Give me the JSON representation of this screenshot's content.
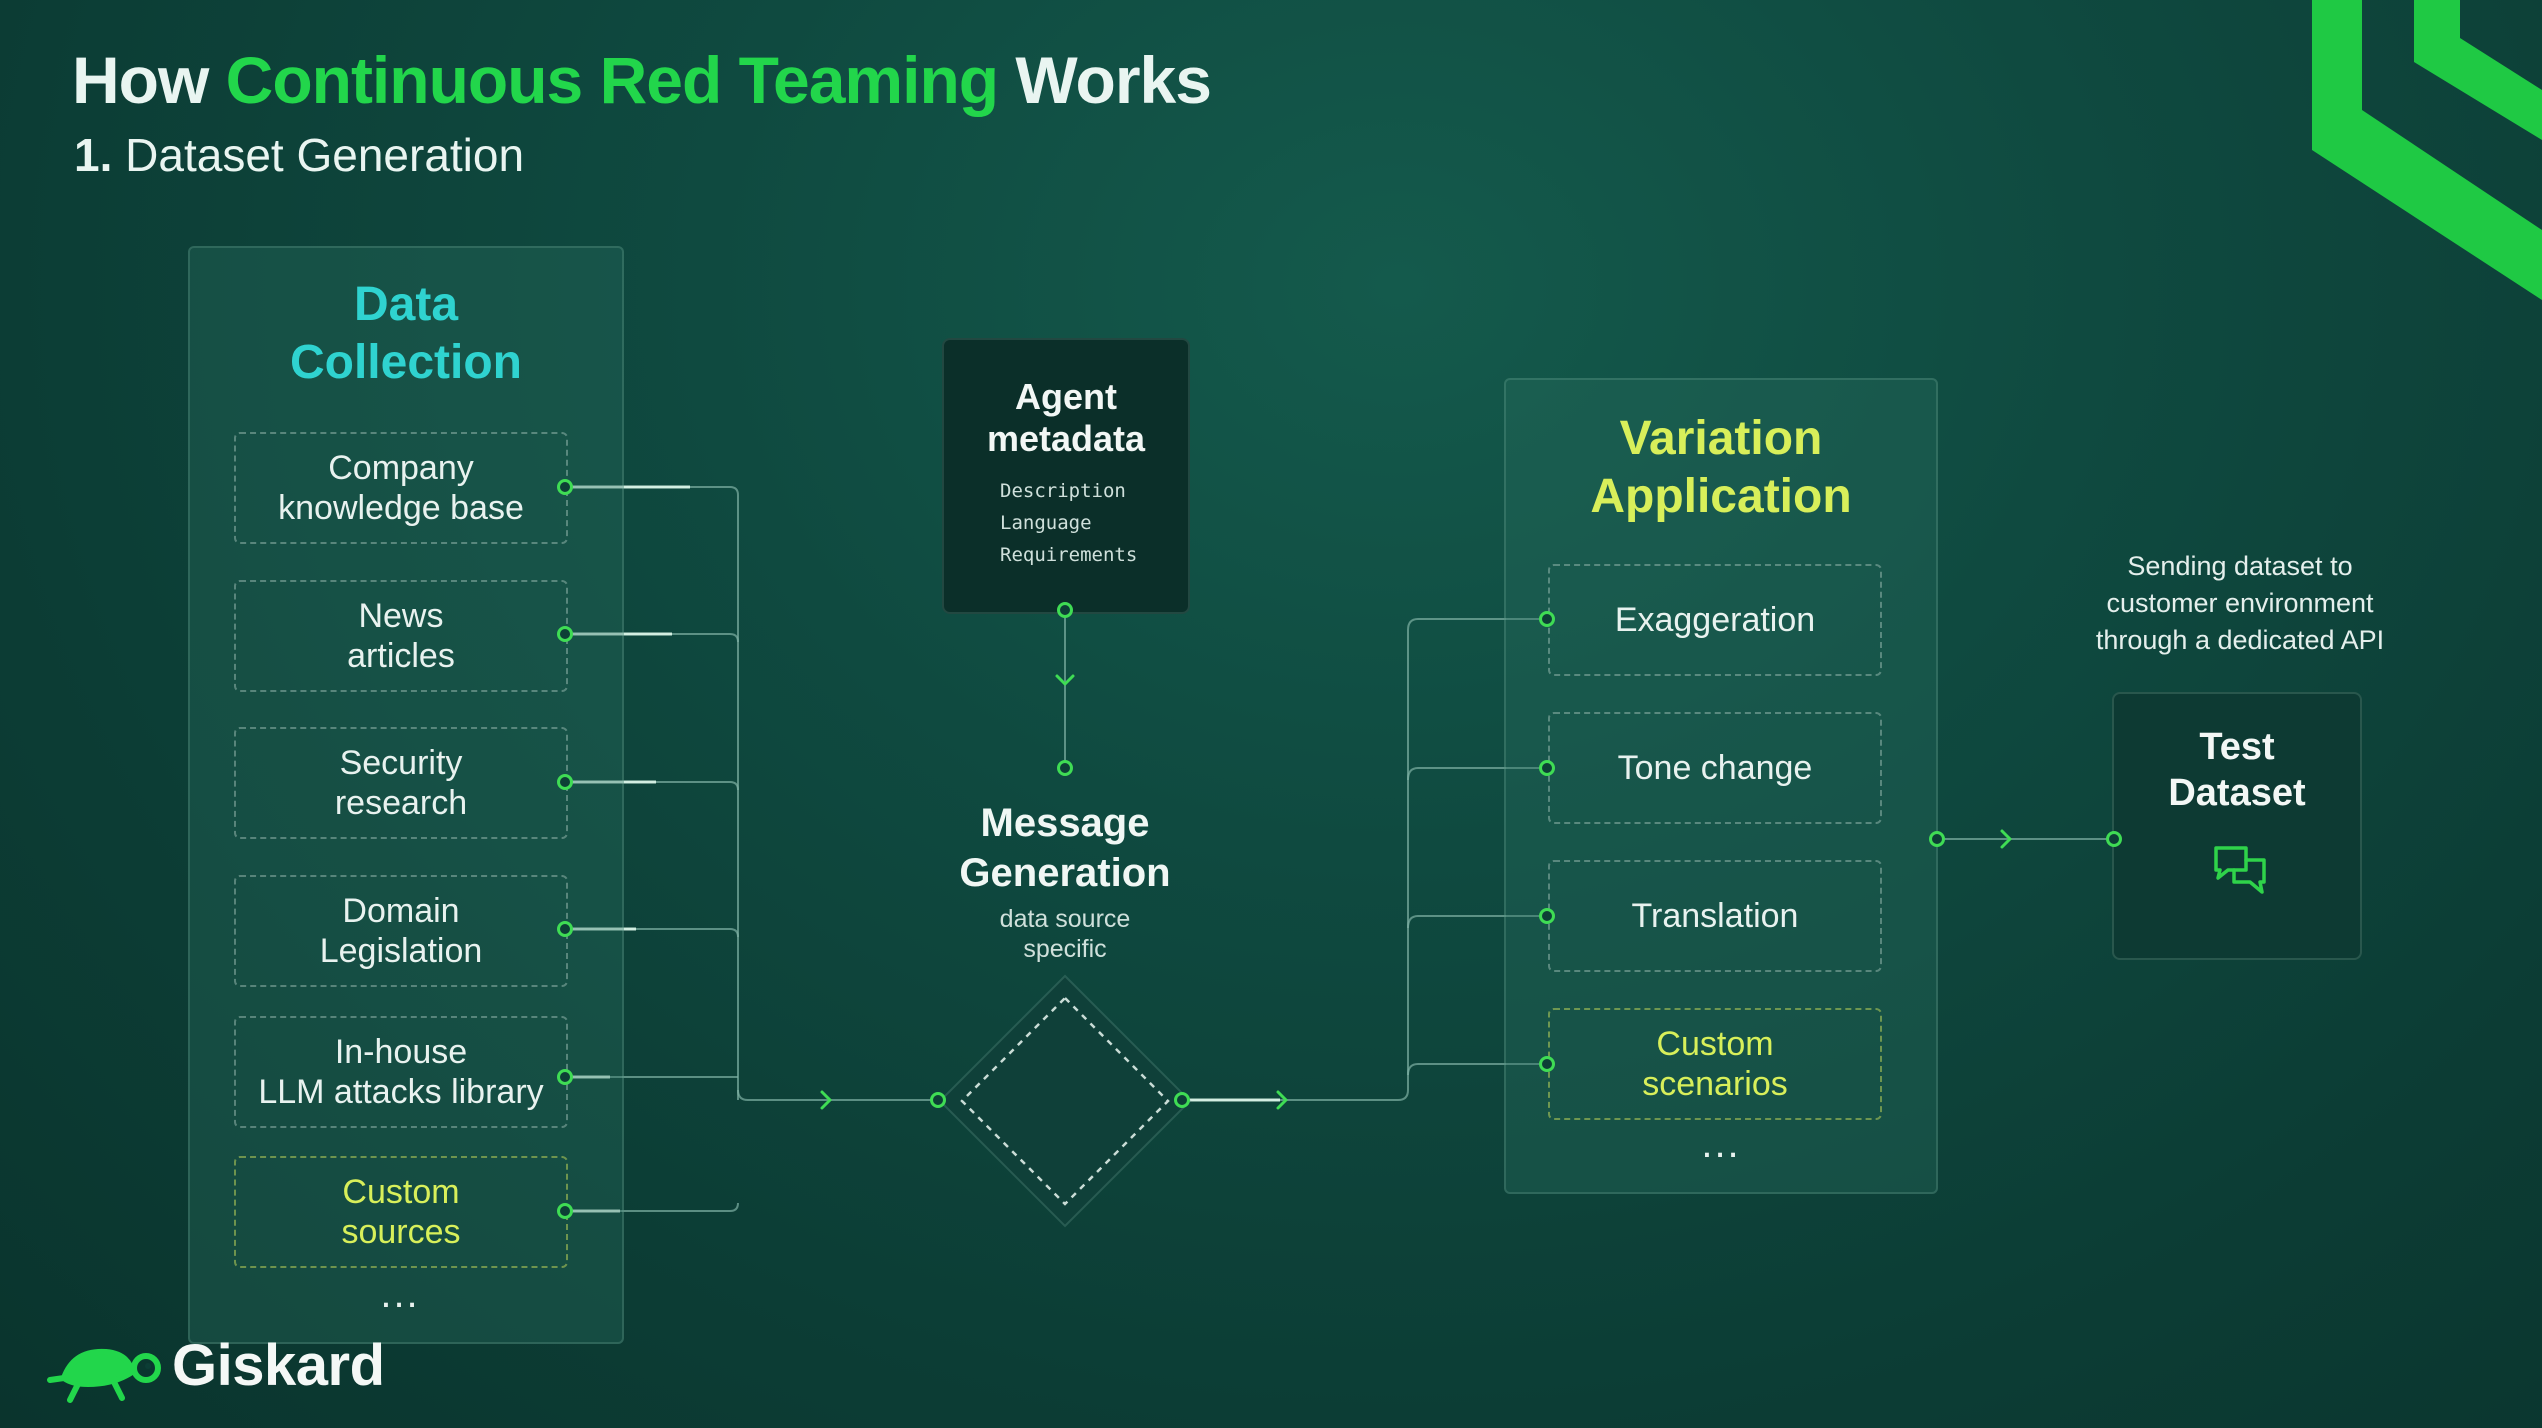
{
  "header": {
    "title_pre": "How ",
    "title_highlight": "Continuous Red Teaming",
    "title_post": " Works",
    "subtitle_number": "1.",
    "subtitle_text": " Dataset Generation"
  },
  "data_collection": {
    "title_line1": "Data",
    "title_line2": "Collection",
    "sources": [
      {
        "line1": "Company",
        "line2": "knowledge base"
      },
      {
        "line1": "News",
        "line2": "articles"
      },
      {
        "line1": "Security",
        "line2": "research"
      },
      {
        "line1": "Domain",
        "line2": "Legislation"
      },
      {
        "line1": "In-house",
        "line2": "LLM attacks library"
      },
      {
        "line1": "Custom",
        "line2": "sources"
      }
    ],
    "more": "..."
  },
  "agent_metadata": {
    "title_line1": "Agent",
    "title_line2": "metadata",
    "fields": [
      "Description",
      "Language",
      "Requirements"
    ]
  },
  "message_generation": {
    "title_line1": "Message",
    "title_line2": "Generation",
    "sub_line1": "data source",
    "sub_line2": "specific"
  },
  "variation_application": {
    "title_line1": "Variation",
    "title_line2": "Application",
    "items": [
      {
        "line1": "Exaggeration",
        "line2": ""
      },
      {
        "line1": "Tone change",
        "line2": ""
      },
      {
        "line1": "Translation",
        "line2": ""
      },
      {
        "line1": "Custom",
        "line2": "scenarios"
      }
    ],
    "more": "..."
  },
  "send_note": {
    "line1": "Sending dataset to",
    "line2": "customer environment",
    "line3": "through a dedicated API"
  },
  "test_dataset": {
    "title_line1": "Test",
    "title_line2": "Dataset",
    "icon": "chat-bubbles-icon"
  },
  "brand": {
    "name": "Giskard",
    "logo_icon": "turtle-logo-icon"
  },
  "colors": {
    "accent_green": "#22d64b",
    "teal": "#2fd3d0",
    "yellow": "#d8ef5a",
    "background": "#0f4a40"
  }
}
